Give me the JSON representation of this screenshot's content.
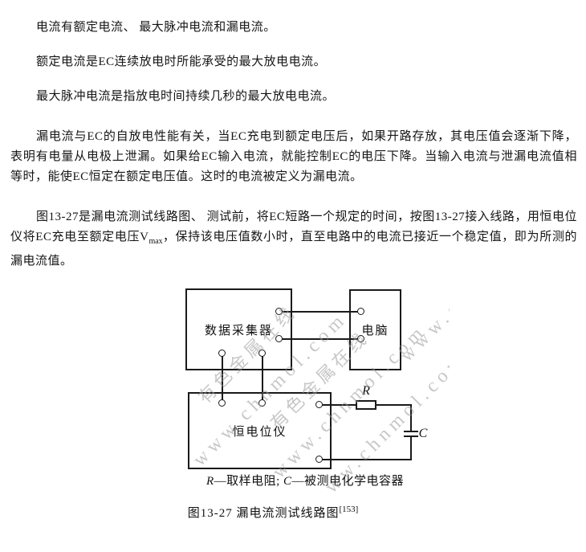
{
  "document": {
    "paragraphs": [
      "电流有额定电流、 最大脉冲电流和漏电流。",
      "额定电流是EC连续放电时所能承受的最大放电电流。",
      "最大脉冲电流是指放电时间持续几秒的最大放电电流。",
      "漏电流与EC的自放电性能有关，当EC充电到额定电压后，如果开路存放，其电压值会逐渐下降，表明有电量从电极上泄漏。如果给EC输入电流，就能控制EC的电压下降。当输入电流与泄漏电流值相等时，能使EC恒定在额定电压值。这时的电流被定义为漏电流。"
    ],
    "paragraph5": {
      "part1": "图13-27是漏电流测试线路图、 测试前，将EC短路一个规定的时间，按图13-27接入线路，用恒电位仪将EC充电至额定电压V",
      "subscript": "max",
      "part2": "，保持该电压值数小时，直至电路中的电流已接近一个稳定值，即为所测的漏电流值。"
    }
  },
  "figure": {
    "data_collector_label": "数据采集器",
    "computer_label": "电脑",
    "potentiostat_label": "恒电位仪",
    "resistor_symbol": "R",
    "capacitor_symbol": "C",
    "legend": {
      "r_symbol": "R",
      "r_desc": "—取样电阻; ",
      "c_symbol": "C",
      "c_desc": "—被测电化学电容器"
    },
    "watermark": {
      "cn_text": "有色金属在线",
      "en_text": "www.chnmol.com",
      "color": "#b4b4b4"
    }
  },
  "caption": {
    "text": "图13-27 漏电流测试线路图",
    "reference": "[153]"
  }
}
